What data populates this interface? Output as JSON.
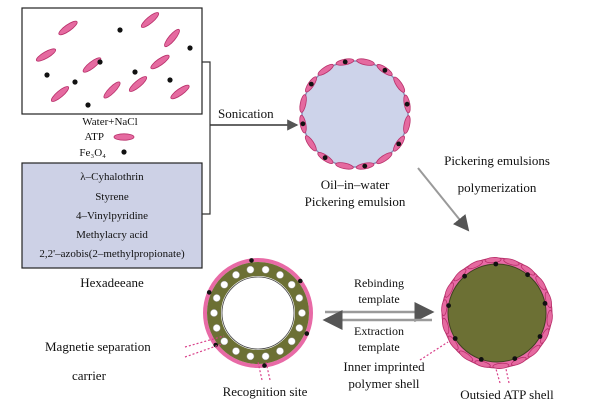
{
  "colors": {
    "atp_rod": "#e56aa0",
    "atp_rod_stroke": "#b8306a",
    "fe3o4": "#111111",
    "emulsion_fill": "#cdd3ea",
    "emulsion_stroke": "#8d8fb8",
    "reagent_box_fill": "#cdd1e6",
    "shell_green": "#6c7034",
    "pink_shell": "#e86aa6",
    "cavity_dot": "#ffffff",
    "arrow": "#9a9a9a",
    "line": "#222222"
  },
  "icons": [
    "atp-rod-icon",
    "fe3o4-dot-icon",
    "arrow-icon"
  ],
  "mixture": {
    "labels": [
      "Water+NaCl",
      "ATP",
      "Fe₃O₄"
    ]
  },
  "reagents": {
    "items": [
      "λ–Cyhalothrin",
      "Styrene",
      "4–Vinylpyridine",
      "Methylacry acid",
      "2,2'–azobis(2–methylpropionate)"
    ],
    "caption": "Hexadeeane"
  },
  "steps": {
    "sonication": "Sonication",
    "emulsion_line1": "Oil–in–water",
    "emulsion_line2": "Pickering emulsion",
    "polymerization_line1": "Pickering emulsions",
    "polymerization_line2": "polymerization",
    "rebinding_line1": "Rebinding",
    "rebinding_line2": "template",
    "extraction_line1": "Extraction",
    "extraction_line2": "template"
  },
  "labels": {
    "magnetic_line1": "Magnetie separation",
    "magnetic_line2": "carrier",
    "recognition_site": "Recognition site",
    "inner_shell_line1": "Inner imprinted",
    "inner_shell_line2": "polymer shell",
    "outer_shell": "Outsied ATP shell"
  }
}
